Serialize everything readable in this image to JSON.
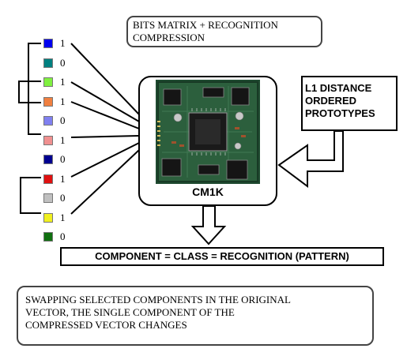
{
  "diagram": {
    "title": "BITS MATRIX + RECOGNITION\nCOMPRESSION",
    "chip_label": "CM1K",
    "side_box": "L1 DISTANCE\nORDERED\nPROTOTYPES",
    "output_box": "COMPONENT = CLASS = RECOGNITION (PATTERN)",
    "caption": "SWAPPING SELECTED COMPONENTS IN THE ORIGINAL\nVECTOR, THE SINGLE COMPONENT OF THE\nCOMPRESSED VECTOR CHANGES",
    "bits": [
      {
        "color": "#0000ee",
        "value": "1"
      },
      {
        "color": "#008080",
        "value": "0"
      },
      {
        "color": "#80f040",
        "value": "1"
      },
      {
        "color": "#f08040",
        "value": "1"
      },
      {
        "color": "#8080f0",
        "value": "0"
      },
      {
        "color": "#f09090",
        "value": "1"
      },
      {
        "color": "#000090",
        "value": "0"
      },
      {
        "color": "#e01010",
        "value": "1"
      },
      {
        "color": "#c0c0c0",
        "value": "0"
      },
      {
        "color": "#f0f020",
        "value": "1"
      },
      {
        "color": "#107010",
        "value": "0"
      }
    ]
  }
}
